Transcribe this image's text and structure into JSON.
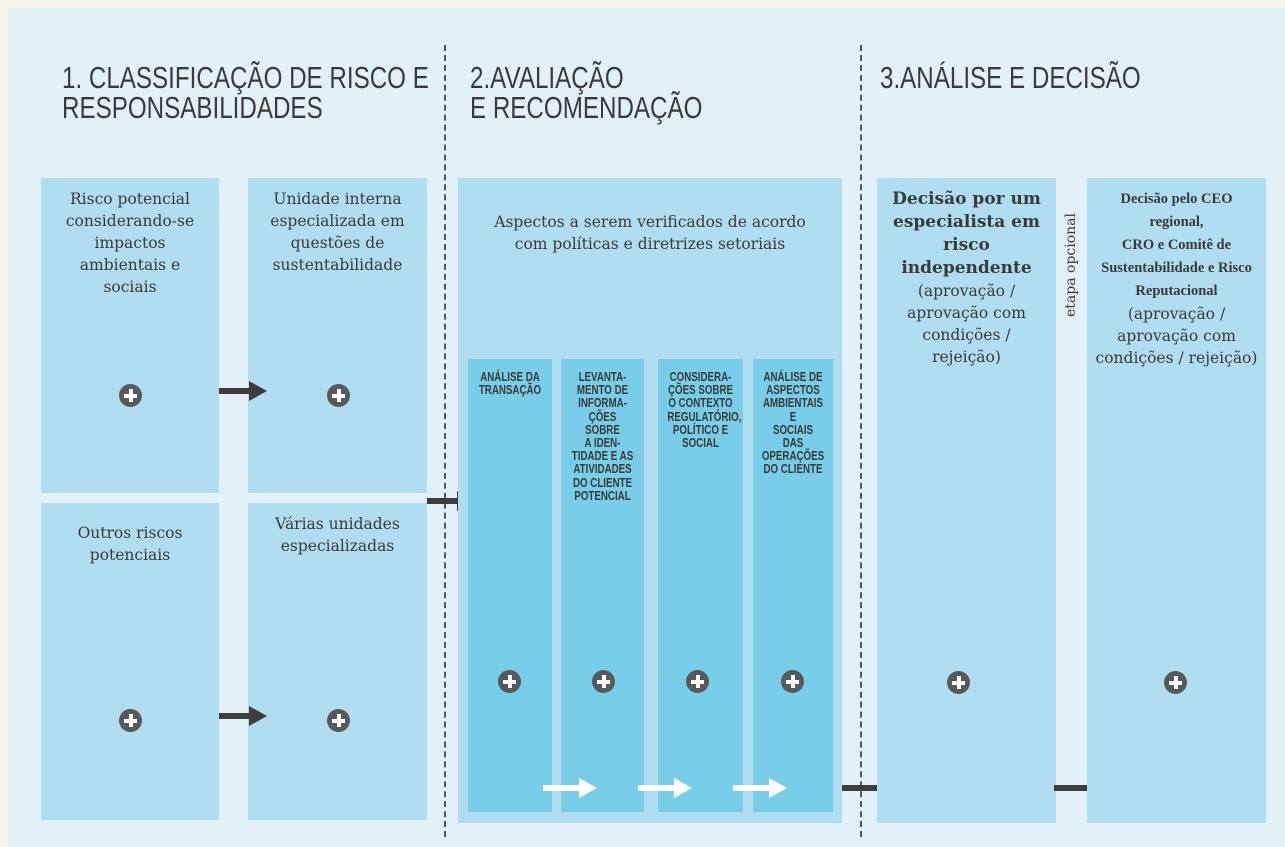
{
  "headings": {
    "stage1": [
      "1. CLASSIFICAÇÃO DE RISCO E",
      "RESPONSABILIDADES"
    ],
    "stage2": [
      "2.AVALIAÇÃO",
      "E RECOMENDAÇÃO"
    ],
    "stage3": [
      "3.ANÁLISE E DECISÃO"
    ]
  },
  "stage1": {
    "risk_potential": "Risco potencial considerando-se impactos ambientais e sociais",
    "internal_unit": "Unidade interna especializada em questões de sustentabilidade",
    "other_risks": "Outros riscos potenciais",
    "various_units": "Várias unidades especializadas"
  },
  "stage2": {
    "intro": "Aspectos a serem verificados de acordo com políticas e diretrizes setoriais",
    "columns": [
      "ANÁLISE DA\nTRANSAÇÃO",
      "LEVANTA-\nMENTO DE\nINFORMA-\nÇÕES SOBRE\nA IDEN-\nTIDADE E AS\nATIVIDADES\nDO CLIENTE\nPOTENCIAL",
      "CONSIDERA-\nÇÕES SOBRE\nO CONTEXTO\nREGULATÓRIO,\nPOLÍTICO E\nSOCIAL",
      "ANÁLISE DE\nASPECTOS\nAMBIENTAIS E\nSOCIAIS DAS\nOPERAÇÕES\nDO CLIENTE"
    ]
  },
  "stage3": {
    "decision1_bold": "Decisão por um especialista em risco independente",
    "decision1_rest": "(aprovação / aprovação com condições / rejeição)",
    "optional_label": "etapa opcional",
    "decision2_bold_1": "Decisão pelo CEO regional,",
    "decision2_bold_2": "CRO e Comitê de Sustentabilidade e Risco Reputacional",
    "decision2_rest": "(aprovação / aprovação com condições / rejeição)"
  },
  "icons": {
    "expand": "plus-circle-icon",
    "flow": "arrow-right-icon"
  },
  "colors": {
    "background": "#e2f1f8",
    "box": "#b0def0",
    "column": "#78cde8",
    "text": "#3a3a3a",
    "icon": "#58595b"
  }
}
